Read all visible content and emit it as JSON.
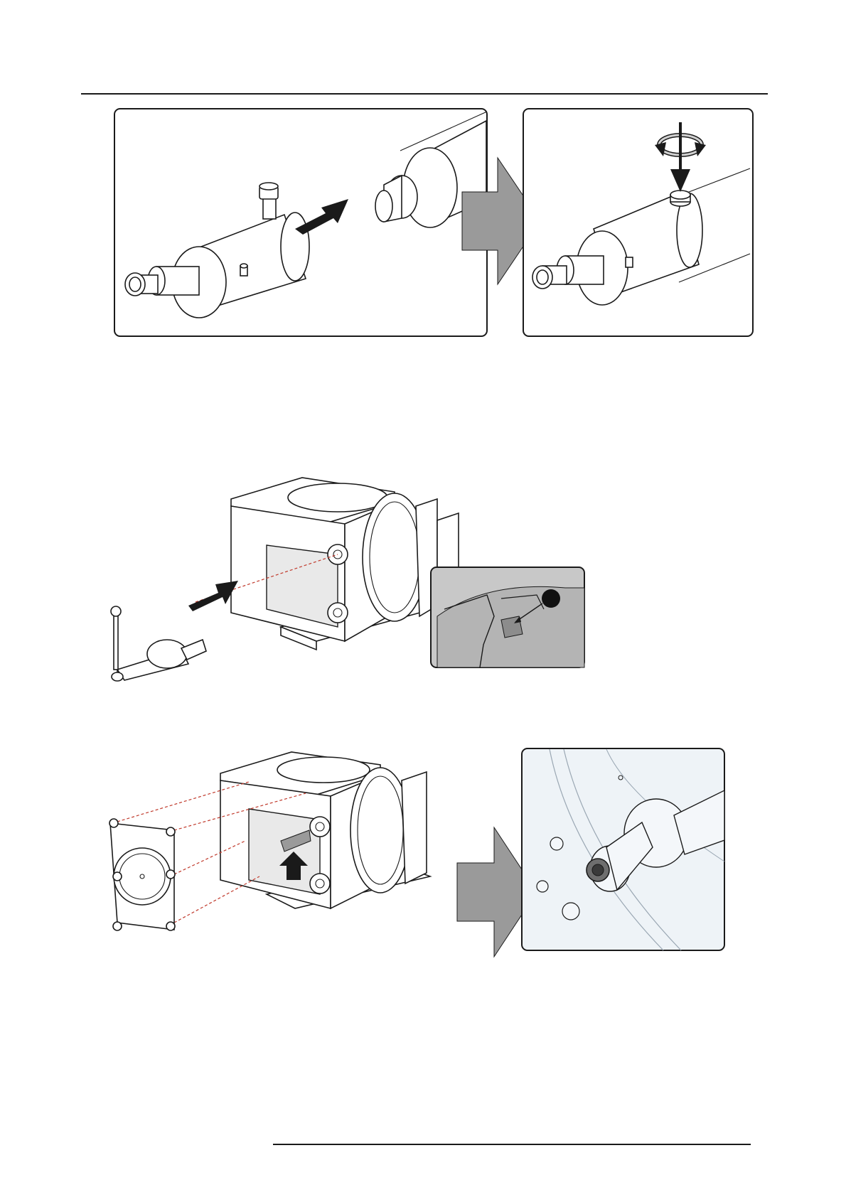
{
  "page": {
    "background": "#ffffff",
    "line_color": "#1a1a1a"
  },
  "figures": [
    {
      "id": "figure-1",
      "panels": [
        "connector-before",
        "connector-after"
      ],
      "flow_arrow": "grey-right-arrow"
    },
    {
      "id": "figure-2",
      "panels": [
        "lamp-insertion",
        "detail-callout"
      ],
      "callout_marker": "black-dot"
    },
    {
      "id": "figure-3",
      "panels": [
        "cover-removal",
        "screw-detail"
      ],
      "flow_arrow": "grey-right-arrow"
    }
  ],
  "colors": {
    "flow_arrow": "#9a9a9a",
    "detail_bg": "#c8c8c8",
    "detail_light_bg": "#eef3f7",
    "dashed_guides": "#c0392b"
  },
  "icons": [
    "push-arrow-icon",
    "rotate-icon",
    "down-arrow-icon",
    "up-arrow-icon"
  ]
}
